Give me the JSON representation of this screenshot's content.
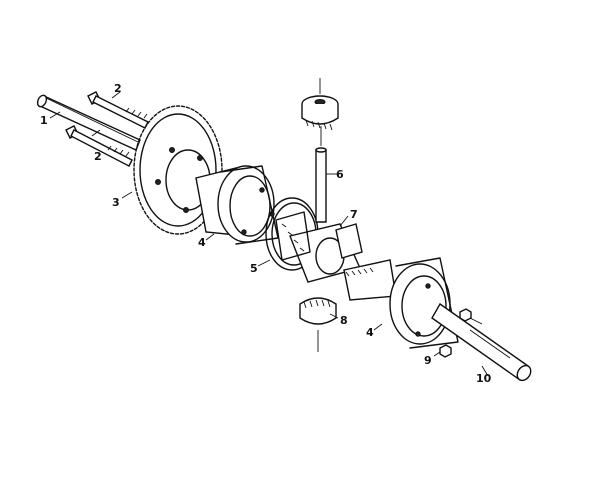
{
  "callouts": [
    {
      "id": "c1",
      "text": "1"
    },
    {
      "id": "c2a",
      "text": "2"
    },
    {
      "id": "c2b",
      "text": "2"
    },
    {
      "id": "c3",
      "text": "3"
    },
    {
      "id": "c4a",
      "text": "4"
    },
    {
      "id": "c4b",
      "text": "4"
    },
    {
      "id": "c5",
      "text": "5"
    },
    {
      "id": "c6",
      "text": "6"
    },
    {
      "id": "c7",
      "text": "7"
    },
    {
      "id": "c8",
      "text": "8"
    },
    {
      "id": "c9",
      "text": "9"
    },
    {
      "id": "c10",
      "text": "10"
    }
  ]
}
